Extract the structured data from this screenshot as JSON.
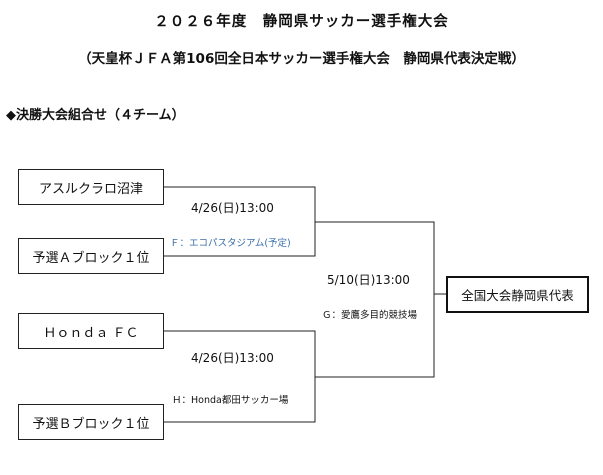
{
  "header": {
    "title": "２０２６年度　静岡県サッカー選手権大会",
    "subtitle": "（天皇杯ＪＦＡ第106回全日本サッカー選手権大会　静岡県代表決定戦）"
  },
  "section": {
    "bullet": "◆",
    "label": "決勝大会組合せ（４チーム）"
  },
  "bracket": {
    "teams": [
      "アスルクラロ沼津",
      "予選Ａブロック１位",
      "Ｈｏｎｄａ ＦＣ",
      "予選Ｂブロック１位"
    ],
    "match1": {
      "datetime": "4/26(日)13:00",
      "venue": "Ｆ：エコパスタジアム(予定)"
    },
    "match2": {
      "datetime": "4/26(日)13:00",
      "venue": "Ｈ：Honda都田サッカー場"
    },
    "final_match": {
      "datetime": "5/10(日)13:00",
      "venue": "Ｇ：愛鷹多目的競技場"
    },
    "winner": "全国大会静岡県代表"
  },
  "colors": {
    "line": "#222222",
    "venue_blue": "#3a6ea8"
  }
}
